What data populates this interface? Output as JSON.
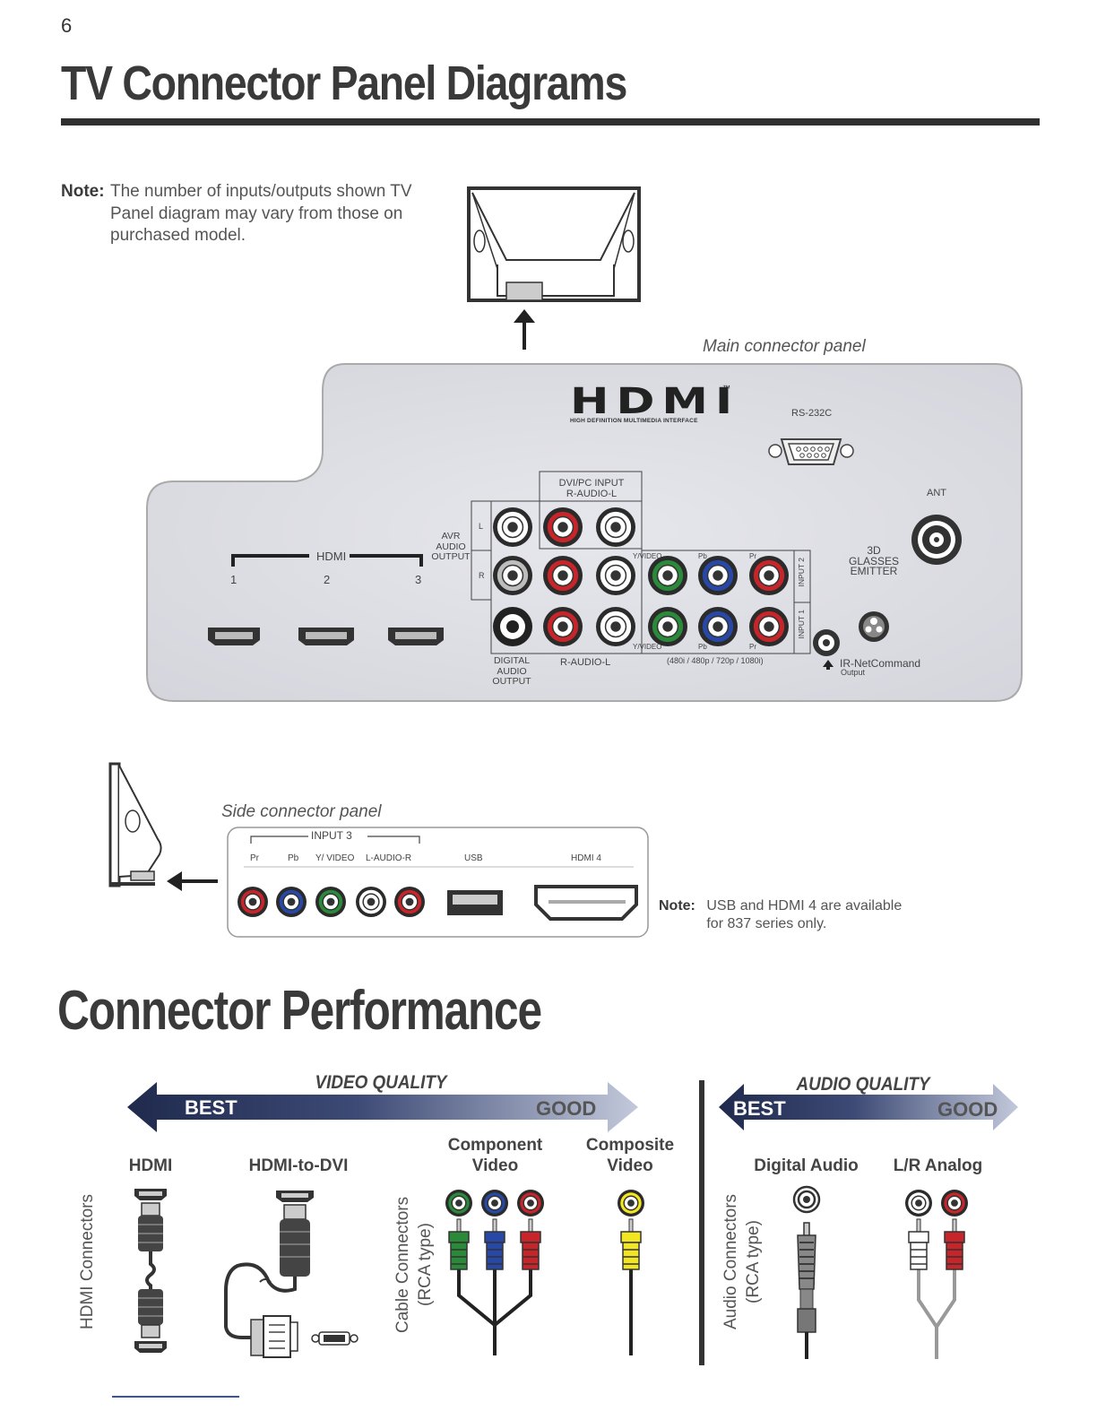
{
  "page": {
    "number": "6",
    "title": "TV Connector Panel Diagrams",
    "note_label": "Note:",
    "note_text": "The number of inputs/outputs shown TV Panel diagram may vary from those on purchased model."
  },
  "main_panel": {
    "caption": "Main connector panel",
    "hdmi_logo": "HDMI",
    "hdmi_tm": "™",
    "hdmi_tagline": "HIGH DEFINITION MULTIMEDIA INTERFACE",
    "hdmi_group_label": "HDMI",
    "hdmi_ports": [
      "1",
      "2",
      "3"
    ],
    "rs232c": "RS-232C",
    "ant": "ANT",
    "dvi_label": "DVI/PC INPUT",
    "dvi_audio": "R-AUDIO-L",
    "avr_label": "AVR AUDIO OUTPUT",
    "avr_l": "L",
    "avr_r": "R",
    "yvideo": "Y/VIDEO",
    "pb": "Pb",
    "pr": "Pr",
    "input2": "INPUT 2",
    "input1": "INPUT 1",
    "glasses": "3D GLASSES EMITTER",
    "digital_audio": "DIGITAL AUDIO OUTPUT",
    "raudio": "R-AUDIO-L",
    "resolutions": "(480i / 480p / 720p / 1080i)",
    "ir_label": "IR-NetCommand",
    "ir_sub": "Output"
  },
  "side_panel": {
    "caption": "Side connector panel",
    "input3": "INPUT 3",
    "labels": [
      "Pr",
      "Pb",
      "Y/ VIDEO",
      "L-AUDIO-R",
      "USB",
      "HDMI 4"
    ],
    "note_label": "Note:",
    "note_text": "USB and HDMI 4 are available for 837 series only."
  },
  "performance": {
    "title": "Connector Performance",
    "video_quality": "VIDEO QUALITY",
    "audio_quality": "AUDIO QUALITY",
    "best": "BEST",
    "good": "GOOD",
    "video_columns": [
      "HDMI",
      "HDMI-to-DVI",
      "Component Video",
      "Composite Video"
    ],
    "audio_columns": [
      "Digital Audio",
      "L/R Analog"
    ],
    "hdmi_connectors": "HDMI Connectors",
    "cable_connectors_1": "Cable Connectors",
    "cable_connectors_2": "(RCA type)",
    "audio_connectors_1": "Audio Connectors",
    "audio_connectors_2": "(RCA type)"
  },
  "colors": {
    "text": "#333333",
    "panel": "#dcdde3",
    "rca_red": "#c8252b",
    "rca_green": "#2a8a3a",
    "rca_blue": "#2848a8",
    "rca_white": "#ffffff",
    "rca_yellow": "#f2e622",
    "arrow_dark": "#1f2a4d",
    "arrow_light": "#b9c0d4"
  }
}
